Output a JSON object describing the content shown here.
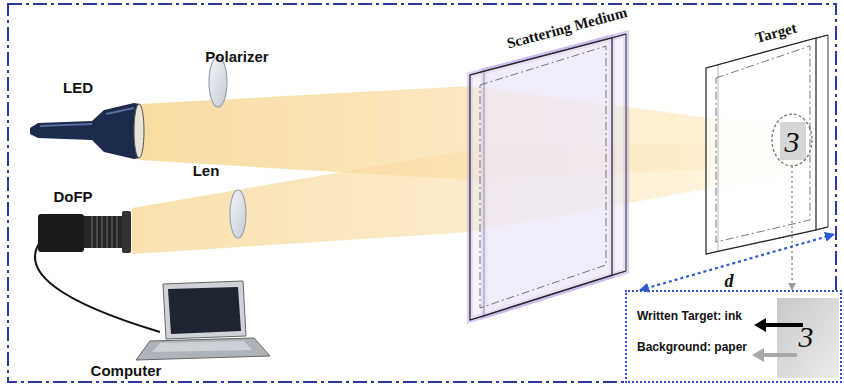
{
  "diagram": {
    "nodes": [
      {
        "text": [
          "Scattering Medium"
        ]
      },
      {
        "text": [
          "Target"
        ]
      },
      {
        "text": [
          "Written Target: ink",
          "Background: paper"
        ]
      }
    ],
    "edges": [
      {
        "from": 0,
        "to": 1,
        "arrow": "both",
        "label": "d"
      },
      {
        "from": 1,
        "to": 2,
        "arrow": "to"
      }
    ],
    "labels": [
      "LED",
      "Polarizer",
      "DoFP",
      "Len",
      "Computer",
      "3",
      "3"
    ]
  }
}
